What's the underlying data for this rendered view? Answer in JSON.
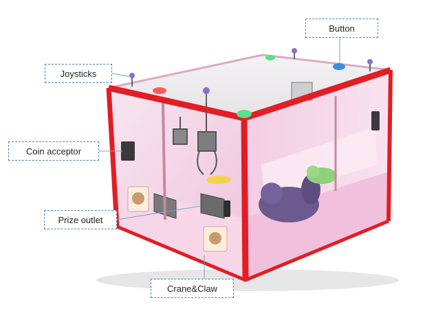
{
  "labels": {
    "button": "Button",
    "joysticks": "Joysticks",
    "coin_acceptor": "Coin acceptor",
    "prize_outlet": "Prize outlet",
    "crane_claw": "Crane&Claw"
  },
  "colors": {
    "frame_red": "#e01e24",
    "glass_pink": "#f4c8e0",
    "callout_border": "#4f7fb8",
    "leader_line": "#7a9cc6"
  },
  "icons": [
    "claw-machine-illustration",
    "plush-toy-icon",
    "coin-slot-icon",
    "joystick-icon",
    "arcade-button-icon"
  ]
}
